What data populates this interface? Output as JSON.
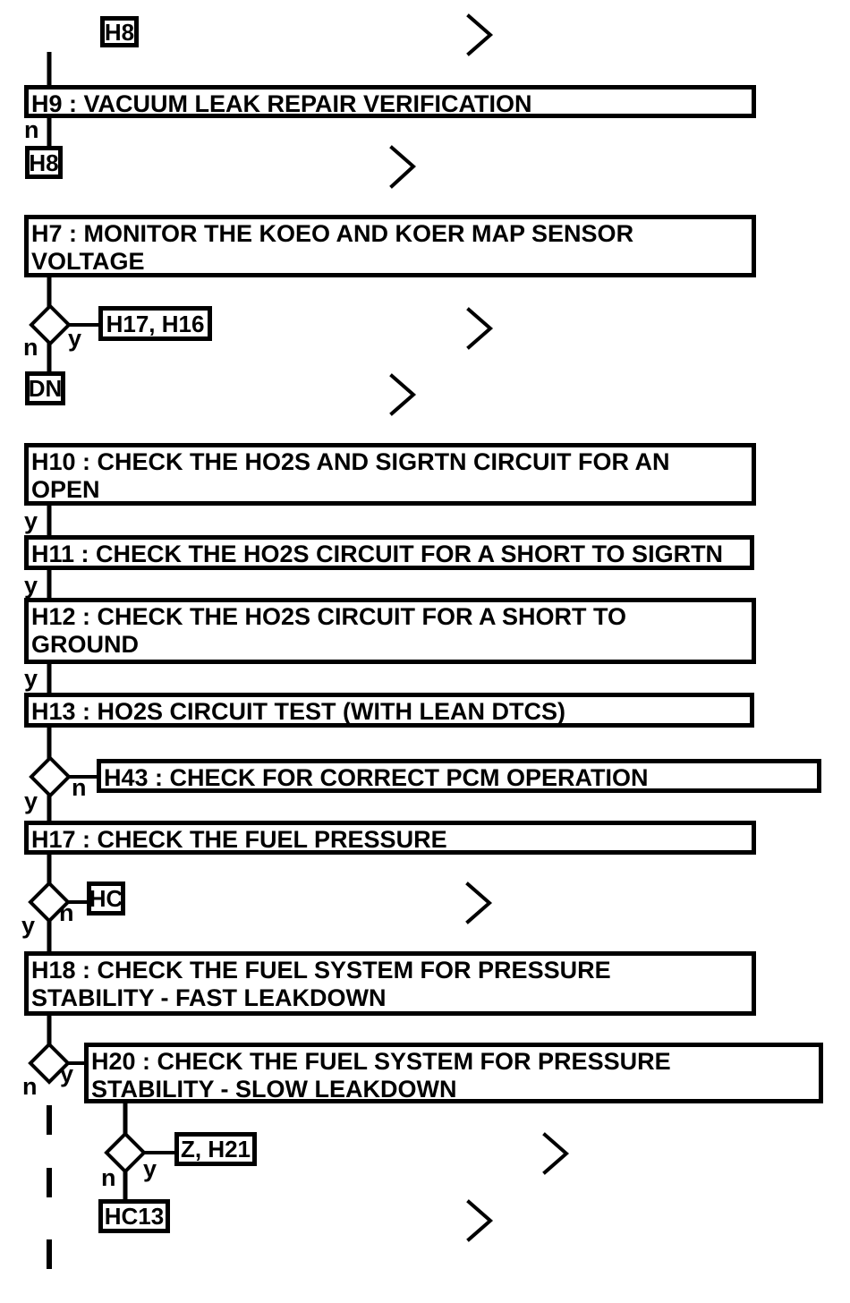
{
  "flowchart": {
    "colors": {
      "line": "#000000",
      "background": "#ffffff"
    },
    "branch_labels": {
      "yes": "y",
      "no": "n"
    },
    "steps": {
      "h9": {
        "id": "H9",
        "lines": [
          "H9 : VACUUM LEAK REPAIR VERIFICATION"
        ]
      },
      "h7": {
        "id": "H7",
        "lines": [
          "H7 : MONITOR THE KOEO AND KOER MAP SENSOR",
          "VOLTAGE"
        ]
      },
      "h10": {
        "id": "H10",
        "lines": [
          "H10 : CHECK THE HO2S AND SIGRTN CIRCUIT FOR AN",
          "OPEN"
        ]
      },
      "h11": {
        "id": "H11",
        "lines": [
          "H11 : CHECK THE HO2S CIRCUIT FOR A SHORT TO SIGRTN"
        ]
      },
      "h12": {
        "id": "H12",
        "lines": [
          "H12 : CHECK THE HO2S CIRCUIT FOR A SHORT TO",
          "GROUND"
        ]
      },
      "h13": {
        "id": "H13",
        "lines": [
          "H13 : HO2S CIRCUIT TEST (WITH LEAN DTCS)"
        ]
      },
      "h43": {
        "id": "H43",
        "lines": [
          "H43 : CHECK FOR CORRECT PCM OPERATION"
        ]
      },
      "h17": {
        "id": "H17",
        "lines": [
          "H17 : CHECK THE FUEL PRESSURE"
        ]
      },
      "h18": {
        "id": "H18",
        "lines": [
          "H18 : CHECK THE FUEL SYSTEM FOR PRESSURE",
          "STABILITY - FAST LEAKDOWN"
        ]
      },
      "h20": {
        "id": "H20",
        "lines": [
          "H20 : CHECK THE FUEL SYSTEM FOR PRESSURE",
          "STABILITY - SLOW LEAKDOWN"
        ]
      }
    },
    "refs": {
      "h8_top": "H8",
      "h8_side": "H8",
      "h17_h16": "H17, H16",
      "dn": "DN",
      "hc": "HC",
      "z_h21": "Z, H21",
      "hc13": "HC13"
    }
  }
}
